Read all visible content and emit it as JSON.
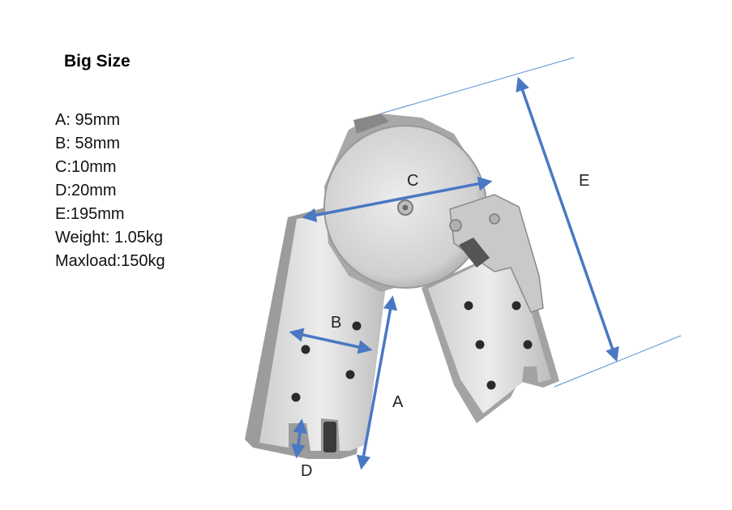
{
  "title": "Big Size",
  "specs": [
    "A: 95mm",
    "B: 58mm",
    "C:10mm",
    "D:20mm",
    "E:195mm",
    "Weight: 1.05kg",
    "Maxload:150kg"
  ],
  "dimension_labels": {
    "a": "A",
    "b": "B",
    "c": "C",
    "d": "D",
    "e": "E"
  },
  "colors": {
    "dimension_arrow": "#4a78c2",
    "metal_light": "#dcdcdc",
    "metal_dark": "#9a9a9a",
    "hole": "#2a2a2a"
  }
}
